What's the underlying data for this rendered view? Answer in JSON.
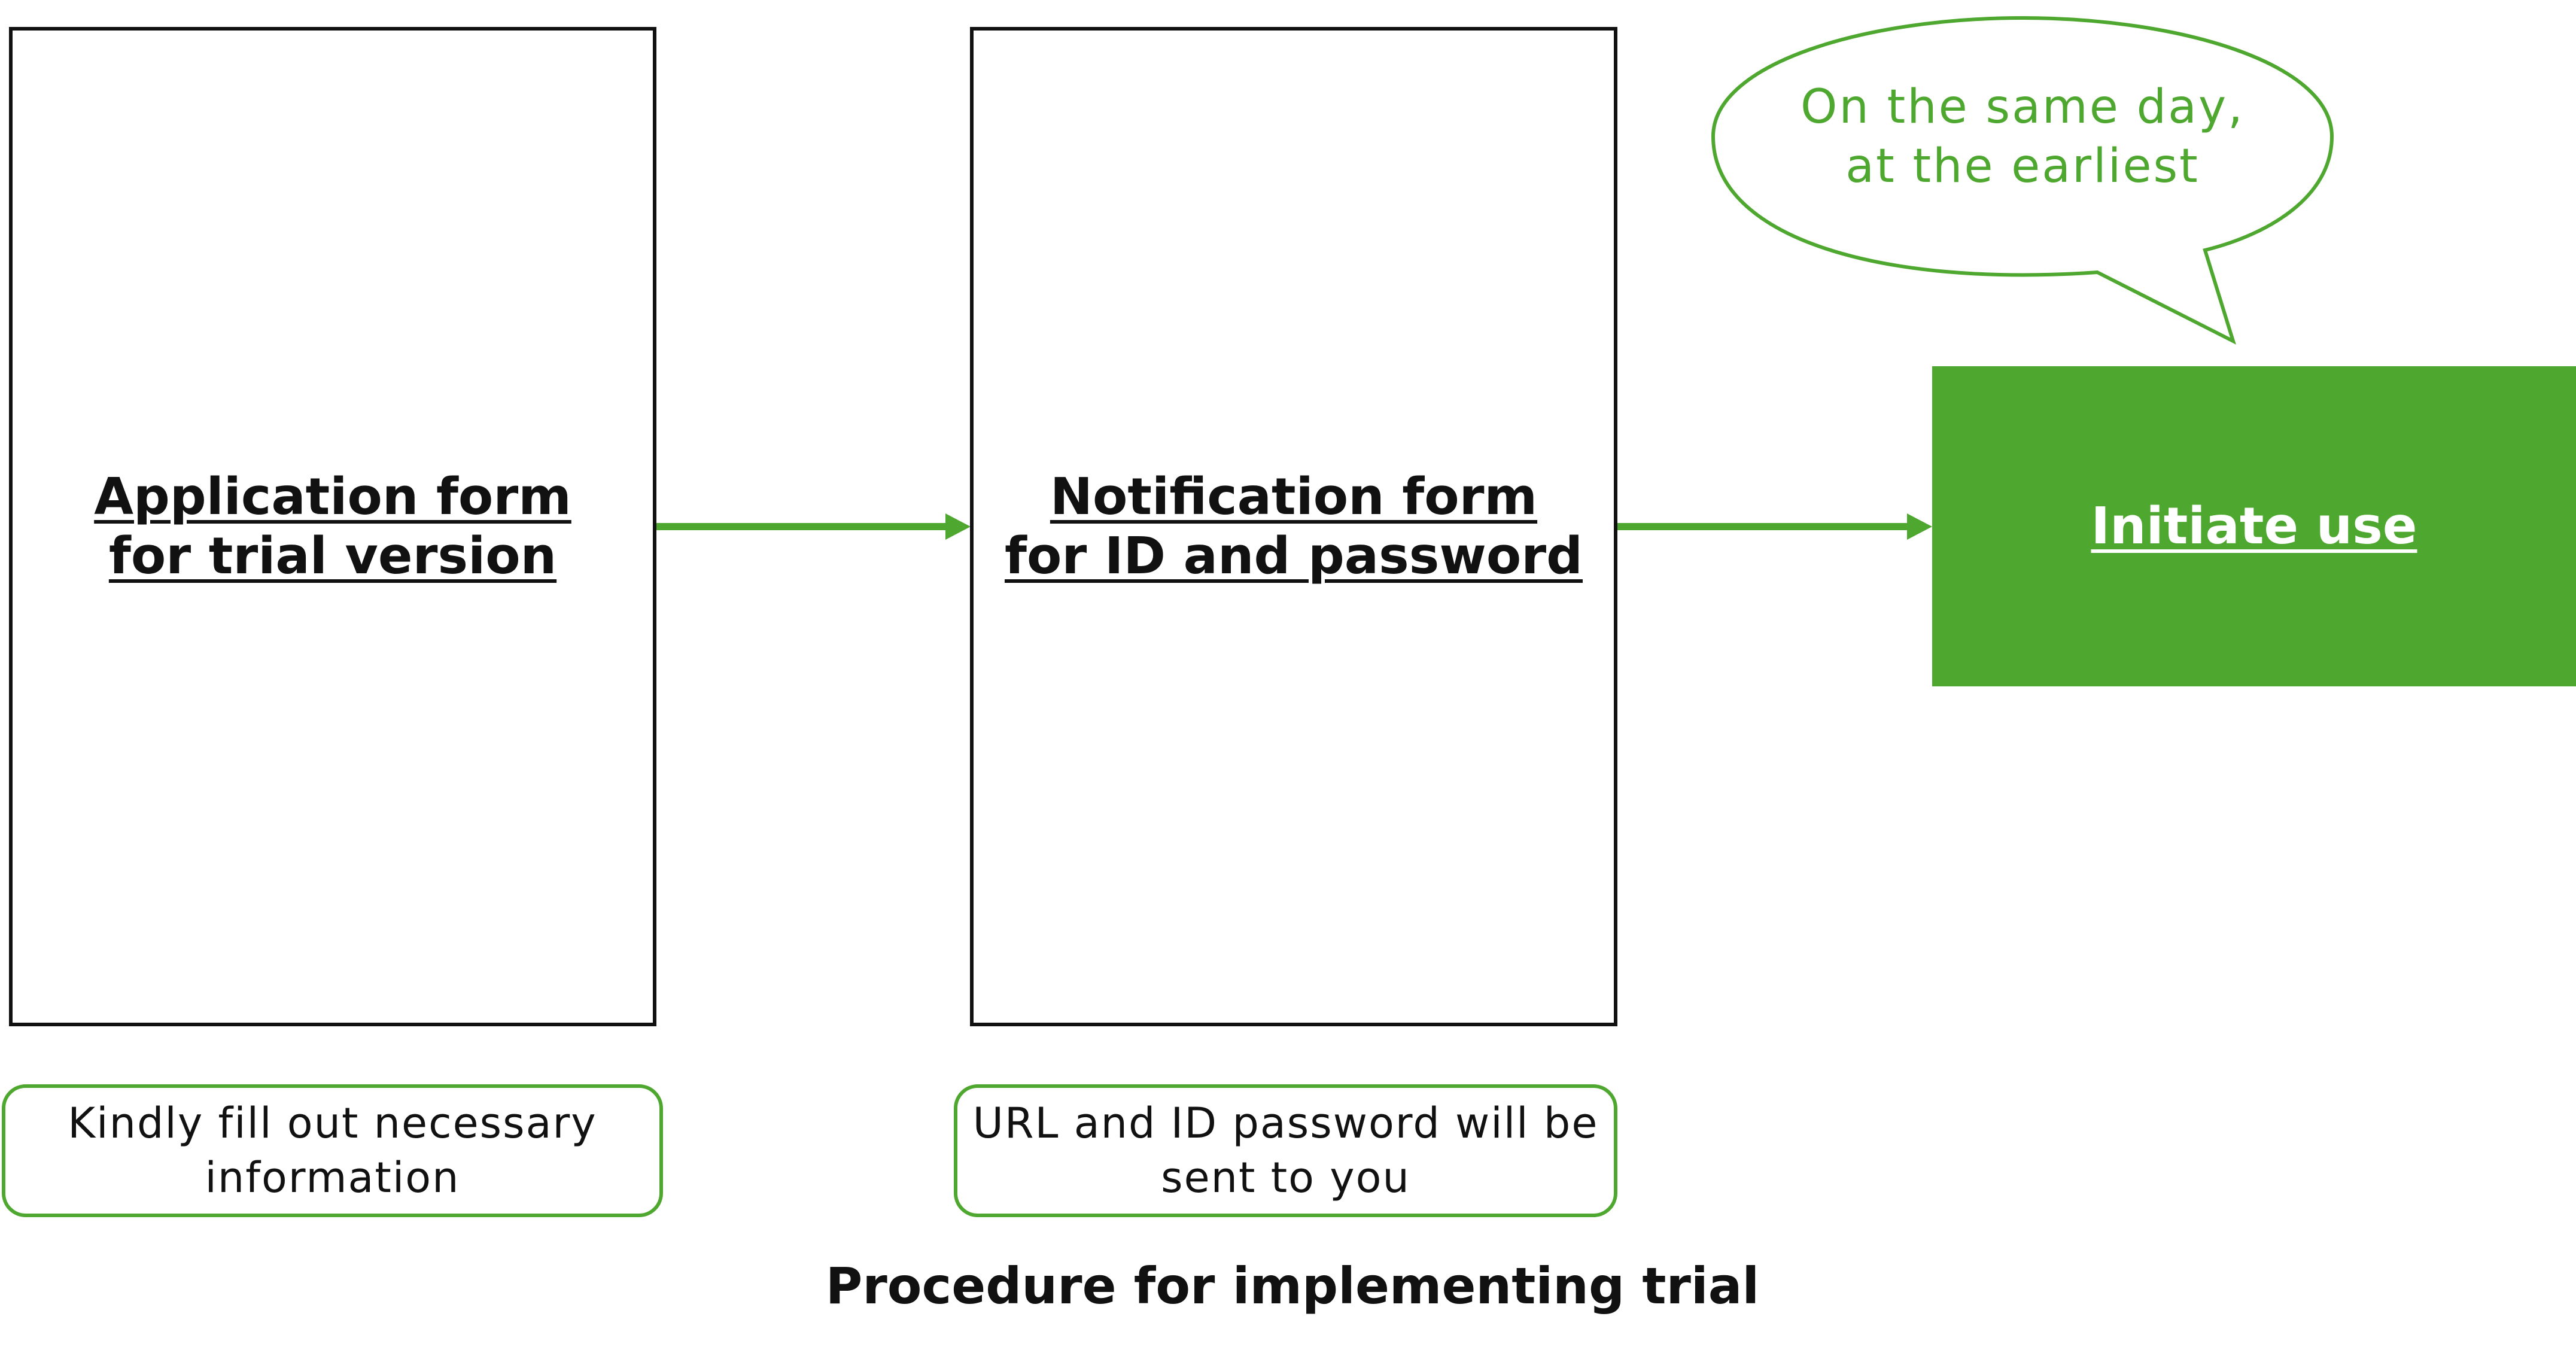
{
  "colors": {
    "accent": "#4ea72e",
    "stroke": "#111111",
    "on_accent": "#ffffff"
  },
  "steps": [
    {
      "title_lines": [
        "Application form",
        "for trial version"
      ],
      "note_lines": [
        "Kindly fill out necessary",
        "information"
      ]
    },
    {
      "title_lines": [
        "Notification form",
        "for ID and password"
      ],
      "note_lines": [
        "URL and ID password will be",
        "sent to you"
      ]
    }
  ],
  "final_step": {
    "label": "Initiate use"
  },
  "callout": {
    "lines": [
      "On the same day,",
      "at the earliest"
    ]
  },
  "caption": "Procedure for implementing trial"
}
